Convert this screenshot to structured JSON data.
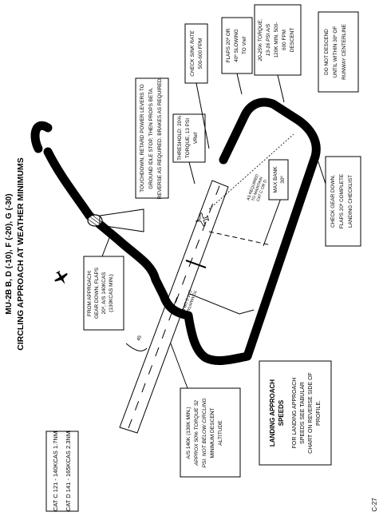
{
  "header": {
    "title_line1": "MU-2B B, D (-10), F (-20), G (-30)",
    "title_line2": "CIRCLING APPROACH AT WEATHER MINIMUMS"
  },
  "page_number": "C-27",
  "category_table": {
    "cat_c": "CAT C   121 - 140KCAS    1.7NM",
    "cat_d": "CAT D   141 - 165KCAS    2.3NM"
  },
  "landing_speeds": {
    "title_line1": "LANDING APPROACH",
    "title_line2": "SPEEDS",
    "body_line1": "FOR LANDING APPROACH",
    "body_line2": "SPEEDS SEE TABULAR",
    "body_line3": "CHART ON REVERSE SIDE OF",
    "body_line4": "PROFILE."
  },
  "callouts": {
    "mda": {
      "line1": "A/S 140K (130K MIN.)",
      "line2": "APPROX 50% TORQUE 32",
      "line3": "PSI. NOT BELOW CIRCLING",
      "line4": "MINIMUM DESCENT",
      "line5": "ALTITUDE"
    },
    "from_approach": {
      "line1": "FROM APPROACH:",
      "line2": "GEAR DOWN, FLAPS",
      "line3": "20º, A/S 140KCAS",
      "line4": "(130KCAS MIN.)"
    },
    "touchdown": {
      "line1": "TOUCHDOWN, RETARD POWER LEVERS TO",
      "line2": "GROUND IDLE STOP, THEN PROPS BETA.",
      "line3": "REVERSE AS REQUIRED. BRAKES AS REQUIRED."
    },
    "threshold": {
      "line1": "THRESHOLD: 20%",
      "line2": "TORQUE, 13 PSI",
      "line3": "VRef"
    },
    "sink_rate": {
      "line1": "CHECK SINK RATE",
      "line2": "500-600 FPM"
    },
    "flaps40": {
      "line1": "FLAPS 20º OR",
      "line2": "40º SLOWING",
      "line3": "TO Vref"
    },
    "torque_descent": {
      "line1": "20-25% TORQUE,",
      "line2": "13-16 PSI A/S",
      "line3": "120K MIN. 500-",
      "line4": "600 FPM",
      "line5": "DESCENT"
    },
    "do_not_descend": {
      "line1": "DO NOT DESCEND",
      "line2": "UNTIL WITHIN 30º OF",
      "line3": "RUNWAY CENTERLINE"
    },
    "max_bank": {
      "line1": "MAX BANK",
      "line2": "30º"
    },
    "check_gear": {
      "line1": "CHECK GEAR DOWN,",
      "line2": "FLAPS 20º COMPLETE",
      "line3": "LANDING CHECKLIST"
    }
  },
  "annotations": {
    "as_required_1": "AS REQUIRED",
    "as_required_2": "TO MAINTAIN",
    "as_required_3": "CAT C OR D",
    "maintain_1": "TO MAINTAIN",
    "maintain_2": "CAT C OR D",
    "angle_label": "45"
  }
}
